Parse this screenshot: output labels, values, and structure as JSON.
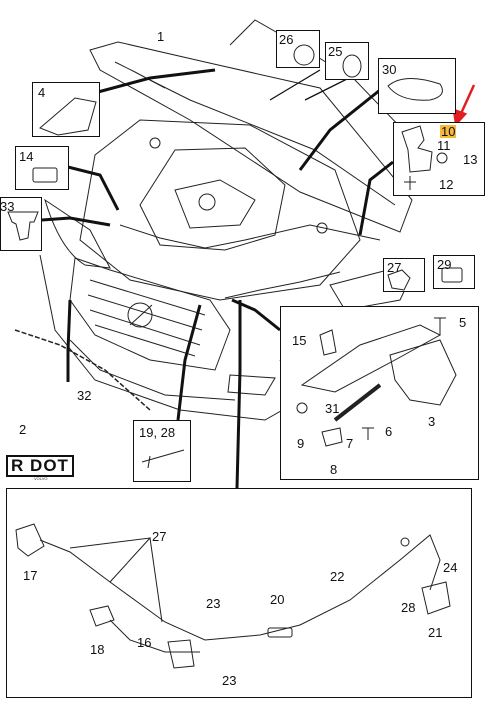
{
  "callouts": {
    "c1": "1",
    "c2": "2",
    "c3": "3",
    "c4": "4",
    "c5": "5",
    "c6": "6",
    "c7": "7",
    "c8": "8",
    "c9": "9",
    "c10": "10",
    "c11": "11",
    "c12": "12",
    "c13": "13",
    "c14": "14",
    "c15": "15",
    "c16": "16",
    "c17": "17",
    "c18": "18",
    "c19_28": "19, 28",
    "c20": "20",
    "c21": "21",
    "c22": "22",
    "c23a": "23",
    "c23b": "23",
    "c24": "24",
    "c25": "25",
    "c26": "26",
    "c27a": "27",
    "c27b": "27",
    "c28": "28",
    "c29": "29",
    "c30": "30",
    "c31": "31",
    "c32": "32",
    "c33": "33"
  },
  "logo": {
    "text": "R DOT",
    "subtext": "VOLVO"
  },
  "colors": {
    "line": "#111111",
    "highlight": "#f6b93b",
    "arrow": "#e02020"
  }
}
